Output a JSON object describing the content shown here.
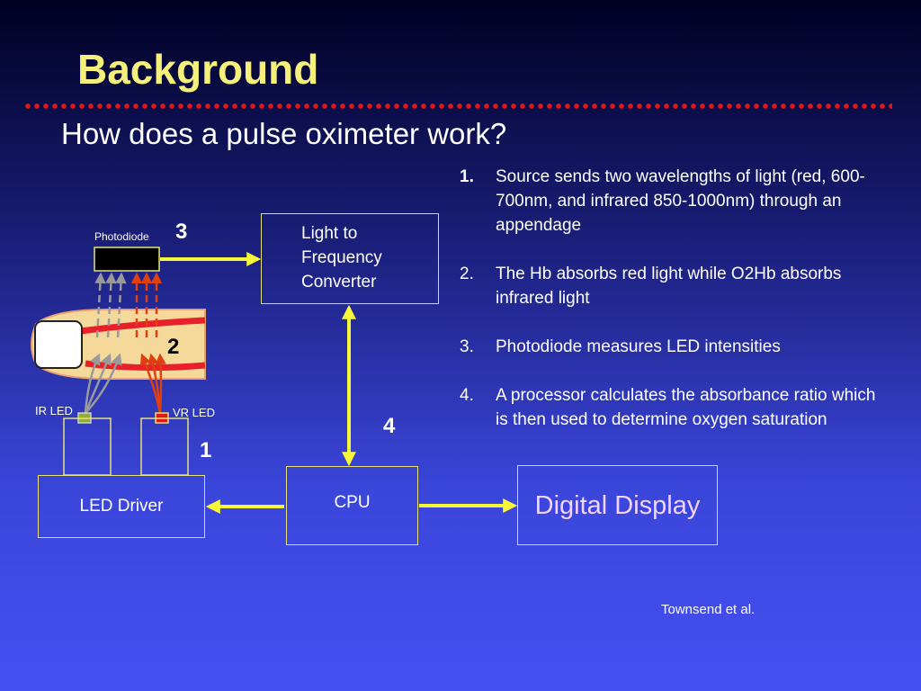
{
  "slide": {
    "title": "Background",
    "subtitle": "How does a pulse oximeter work?"
  },
  "diagram": {
    "photodiode_label": "Photodiode",
    "step_3": "3",
    "step_2": "2",
    "step_1": "1",
    "step_4": "4",
    "converter_lines": [
      "Light to",
      "Frequency",
      "Converter"
    ],
    "ir_led_label": "IR LED",
    "vr_led_label": "VR LED",
    "led_driver_label": "LED Driver",
    "cpu_label": "CPU",
    "digital_display_label": "Digital Display",
    "colors": {
      "arrow": "#f7f73a",
      "box_border": "#e6e077",
      "ir_light": "#9a9a9a",
      "red_light": "#e04010",
      "finger": "#f5d99a",
      "vessel": "#e8202a",
      "display_text": "#f3d3ff"
    }
  },
  "steps": [
    {
      "marker": "1.",
      "text": " Source sends two wavelengths of light (red, 600-700nm, and infrared 850-1000nm) through an appendage"
    },
    {
      "marker": "2.",
      "text": " The Hb absorbs red light while O2Hb absorbs infrared light"
    },
    {
      "marker": "3.",
      "text": "Photodiode measures LED intensities"
    },
    {
      "marker": "4.",
      "text": " A processor calculates the absorbance ratio which is then used to determine oxygen saturation"
    }
  ],
  "citation": "Townsend et al."
}
